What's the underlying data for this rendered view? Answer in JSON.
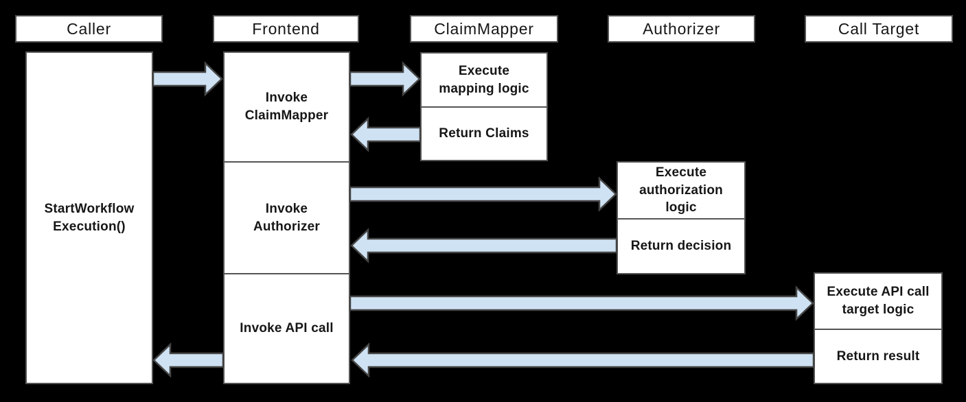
{
  "colors": {
    "background": "#000000",
    "box_fill": "#ffffff",
    "box_border": "#545454",
    "text": "#161616",
    "arrow_fill": "#cfe2f3",
    "arrow_stroke": "#454545"
  },
  "lanes": {
    "caller": "Caller",
    "frontend": "Frontend",
    "claim_mapper": "ClaimMapper",
    "authorizer": "Authorizer",
    "call_target": "Call Target"
  },
  "nodes": {
    "start_workflow": "StartWorkflow\nExecution()",
    "invoke_claim_mapper": "Invoke\nClaimMapper",
    "invoke_authorizer": "Invoke\nAuthorizer",
    "invoke_api_call": "Invoke API call",
    "execute_mapping_logic": "Execute\nmapping logic",
    "return_claims": "Return Claims",
    "execute_authorization_logic": "Execute\nauthorization\nlogic",
    "return_decision": "Return decision",
    "execute_api_call_target_logic": "Execute API call\ntarget logic",
    "return_result": "Return result"
  },
  "arrows": [
    {
      "from": "Caller",
      "to": "Frontend",
      "direction": "right"
    },
    {
      "from": "Frontend",
      "to": "ClaimMapper",
      "direction": "right"
    },
    {
      "from": "ClaimMapper",
      "to": "Frontend",
      "direction": "left"
    },
    {
      "from": "Frontend",
      "to": "Authorizer",
      "direction": "right"
    },
    {
      "from": "Authorizer",
      "to": "Frontend",
      "direction": "left"
    },
    {
      "from": "Frontend",
      "to": "Call Target",
      "direction": "right"
    },
    {
      "from": "Call Target",
      "to": "Frontend",
      "direction": "left"
    },
    {
      "from": "Frontend",
      "to": "Caller",
      "direction": "left"
    }
  ]
}
